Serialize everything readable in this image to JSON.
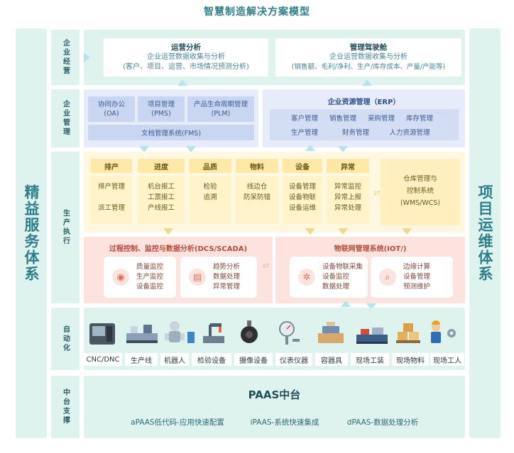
{
  "title": "智慧制造解决方案模型",
  "left_pillar": "精益服务体系",
  "right_pillar": "项目运维体系",
  "layers": {
    "business": "企业经营",
    "management": "企业管理",
    "production": "生产执行",
    "automation": "自动化",
    "platform": "中台支撑"
  },
  "business": {
    "ops_analysis": {
      "title": "运营分析",
      "line1": "企业运营数据收集与分析",
      "line2": "(客户、项目、运营、市场情况预测分析)"
    },
    "cockpit": {
      "title": "管理驾驶舱",
      "line1": "企业运营数据收集与分析",
      "line2": "(销售额、毛利/净利、生产/库存成本、产量/产能等)"
    }
  },
  "management": {
    "oa": "协同办公\n(OA)",
    "pms": "项目管理\n(PMS)",
    "plm": "产品生命周期管理\n(PLM)",
    "fms": "文档管理系统(FMS)",
    "erp_title": "企业资源管理（ERP）",
    "erp_items": [
      "客户管理",
      "销售管理",
      "采购管理",
      "库存管理",
      "生产管理",
      "财务管理",
      "人力资源管理"
    ]
  },
  "production": {
    "columns": [
      {
        "head": "排产",
        "body": "排产管理\n\n派工管理"
      },
      {
        "head": "进度",
        "body": "机台报工\n工票报工\n产线报工"
      },
      {
        "head": "品质",
        "body": "检验\n追溯"
      },
      {
        "head": "物料",
        "body": "线边仓\n防呆防错"
      },
      {
        "head": "设备",
        "body": "设备管理\n设备物联\n设备运维"
      },
      {
        "head": "异常",
        "body": "异常监控\n异常上报\n异常处理"
      }
    ],
    "wms": "仓库管理与\n控制系统\n(WMS/WCS)"
  },
  "process": {
    "dcs_title": "过程控制、监控与数据分析(DCS/SCADA)",
    "iot_title": "物联网管理系统(IOT/)",
    "cards": [
      {
        "icon": "camera-icon",
        "lines": "质量监控\n生产监控\n设备监控"
      },
      {
        "icon": "monitor-chart-icon",
        "lines": "趋势分析\n数据处理\n异常管理"
      },
      {
        "icon": "gear-network-icon",
        "lines": "设备物联采集\n设备监控\n数据处理"
      },
      {
        "icon": "chart-search-icon",
        "lines": "边缘计算\n设备管理\n预测维护"
      }
    ]
  },
  "automation": {
    "devices": [
      "CNC/DNC",
      "生产线",
      "机器人",
      "检验设备",
      "摄像设备",
      "仪表仪器",
      "容器具",
      "现场工装",
      "现场物料",
      "现场工人"
    ]
  },
  "platform": {
    "title": "PAAS中台",
    "items": [
      "aPAAS低代码-应用快速配置",
      "iPAAS-系统快速集成",
      "dPAAS-数据处理分析"
    ]
  },
  "colors": {
    "teal": "#dff3ee",
    "blue": "#dde5f7",
    "yellow": "#fff3c9",
    "red": "#fde3dd"
  }
}
